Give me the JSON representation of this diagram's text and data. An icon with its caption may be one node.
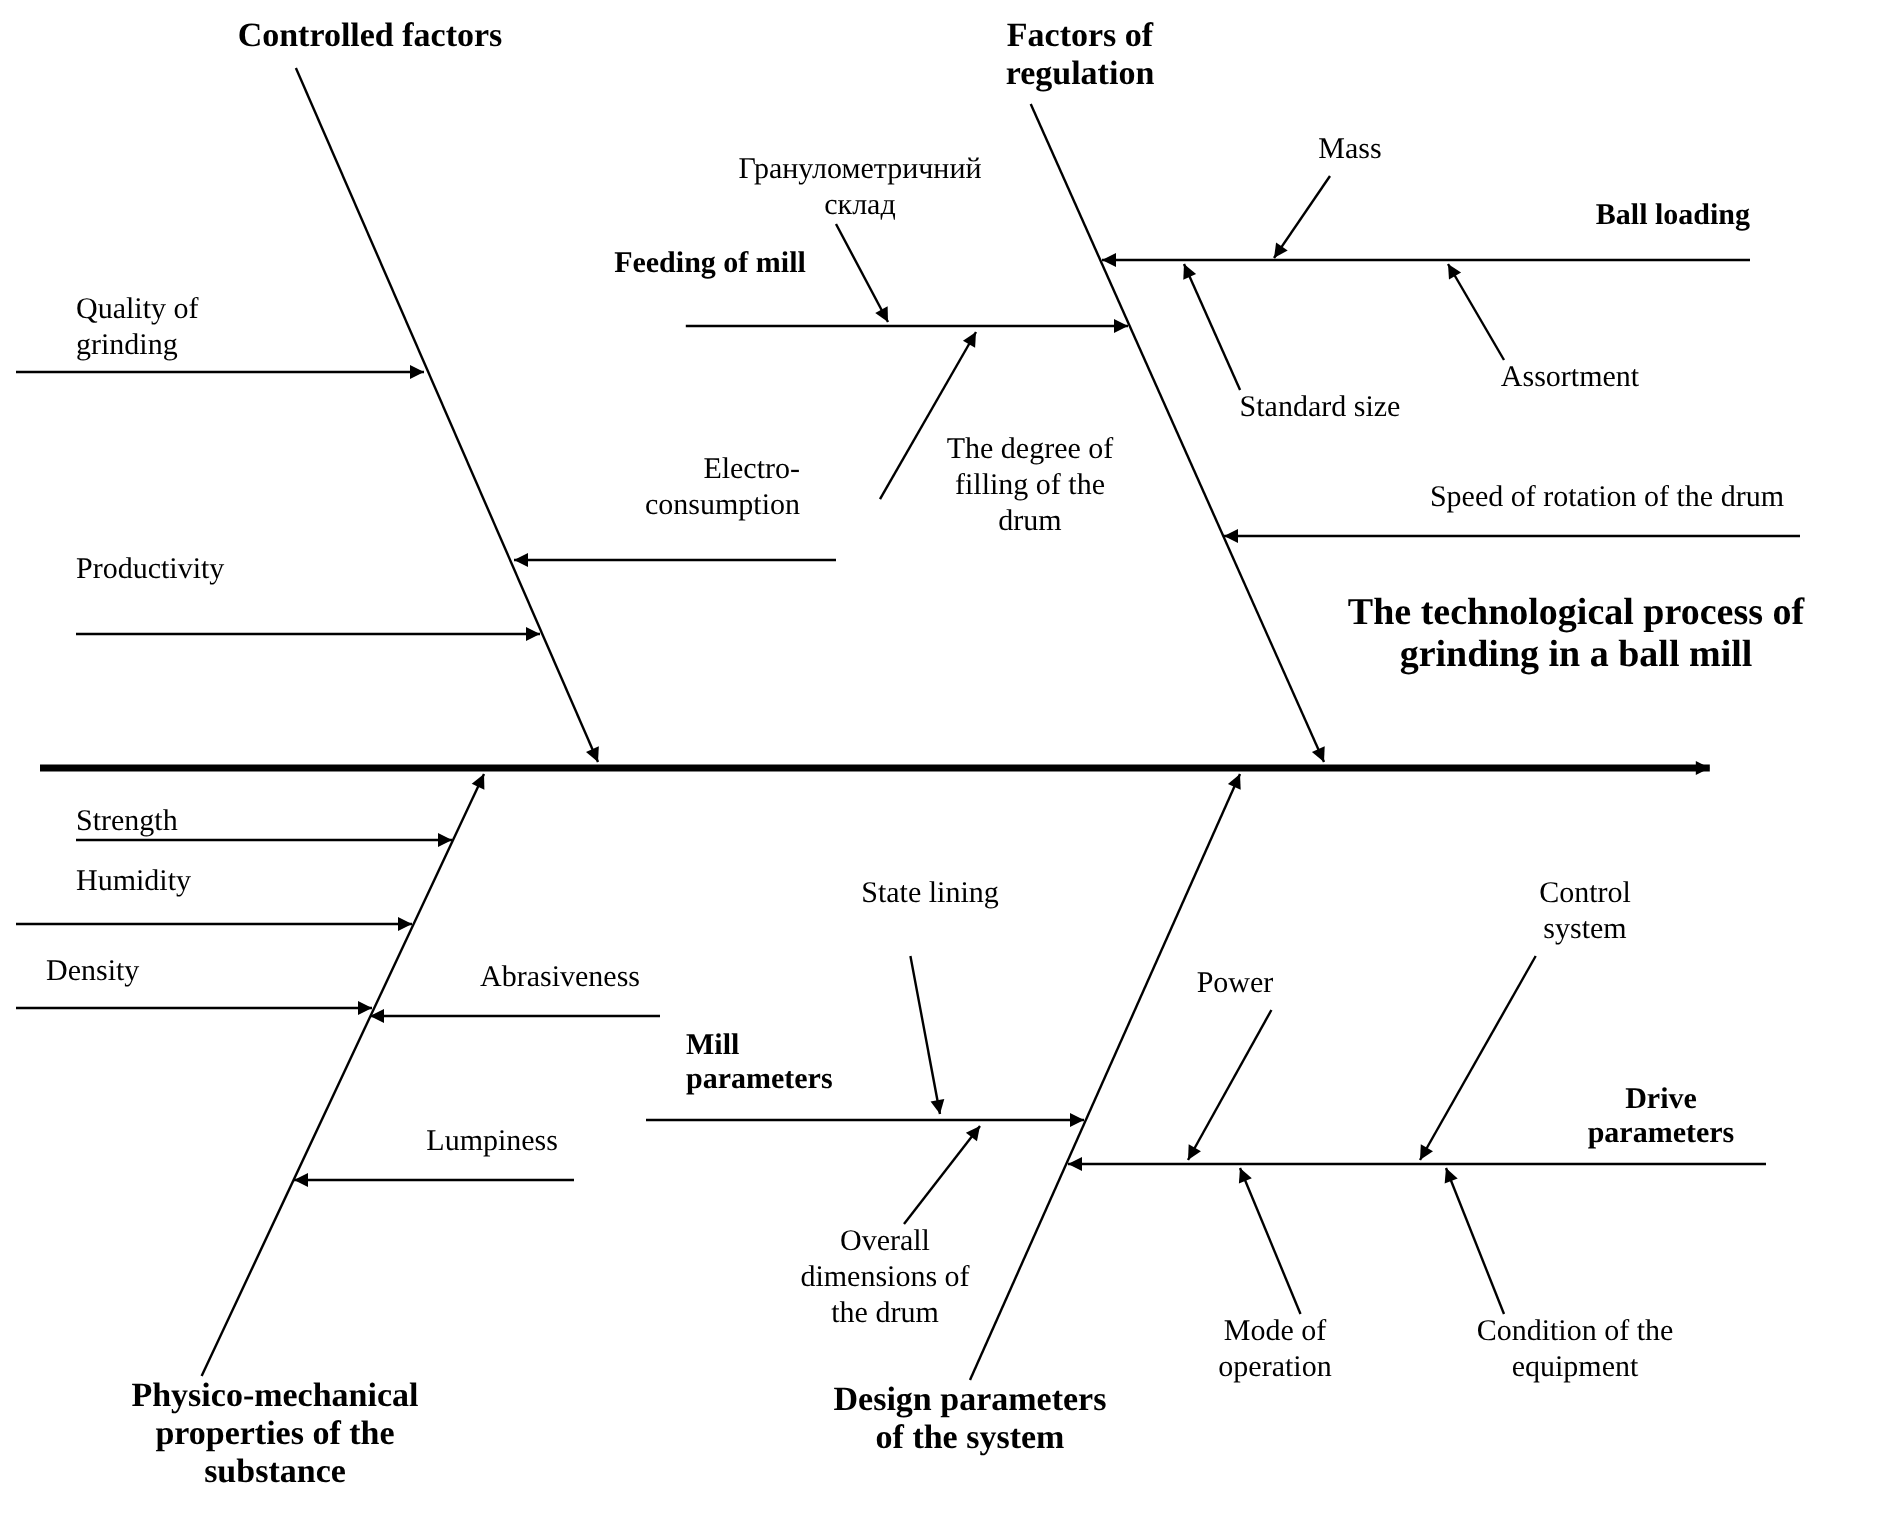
{
  "diagram": {
    "nodes": [
      {
        "text": [
          "Controlled factors"
        ]
      },
      {
        "text": [
          "Factors of regulation"
        ]
      },
      {
        "text": [
          "Гранулометричний склад"
        ]
      },
      {
        "text": [
          "Mass"
        ]
      },
      {
        "text": [
          "Feeding of mill"
        ]
      },
      {
        "text": [
          "Ball loading"
        ]
      },
      {
        "text": [
          "Quality of grinding"
        ]
      },
      {
        "text": [
          "Standard size"
        ]
      },
      {
        "text": [
          "Assortment"
        ]
      },
      {
        "text": [
          "Electro-consumption"
        ]
      },
      {
        "text": [
          "The degree of filling of the drum"
        ]
      },
      {
        "text": [
          "Speed of rotation of the drum"
        ]
      },
      {
        "text": [
          "Productivity"
        ]
      },
      {
        "text": [
          "The technological process of grinding in a ball mill"
        ]
      },
      {
        "text": [
          "Strength"
        ]
      },
      {
        "text": [
          "Humidity"
        ]
      },
      {
        "text": [
          "State lining"
        ]
      },
      {
        "text": [
          "Control system"
        ]
      },
      {
        "text": [
          "Power"
        ]
      },
      {
        "text": [
          "Abrasiveness"
        ]
      },
      {
        "text": [
          "Density"
        ]
      },
      {
        "text": [
          "Mill parameters"
        ]
      },
      {
        "text": [
          "Drive parameters"
        ]
      },
      {
        "text": [
          "Lumpiness"
        ]
      },
      {
        "text": [
          "Overall dimensions of the drum"
        ]
      },
      {
        "text": [
          "Mode of operation"
        ]
      },
      {
        "text": [
          "Condition of the equipment"
        ]
      },
      {
        "text": [
          "Physico-mechanical properties of the substance"
        ]
      },
      {
        "text": [
          "Design parameters of the system"
        ]
      }
    ],
    "edges": [
      {
        "from": null,
        "to": 13,
        "arrow": "to",
        "style": "thick"
      },
      {
        "from": 0,
        "to": null,
        "arrow": "to"
      },
      {
        "from": 1,
        "to": null,
        "arrow": "to"
      },
      {
        "from": 27,
        "to": null,
        "arrow": "to"
      },
      {
        "from": 28,
        "to": null,
        "arrow": "to"
      },
      {
        "from": 6,
        "to": null,
        "arrow": "to"
      },
      {
        "from": 9,
        "to": null,
        "arrow": "to"
      },
      {
        "from": 12,
        "to": null,
        "arrow": "to"
      },
      {
        "from": 4,
        "to": null,
        "arrow": "to"
      },
      {
        "from": 2,
        "to": null,
        "arrow": "to"
      },
      {
        "from": 10,
        "to": null,
        "arrow": "to"
      },
      {
        "from": 5,
        "to": null,
        "arrow": "to"
      },
      {
        "from": 3,
        "to": null,
        "arrow": "to"
      },
      {
        "from": 7,
        "to": null,
        "arrow": "to"
      },
      {
        "from": 8,
        "to": null,
        "arrow": "to"
      },
      {
        "from": 11,
        "to": null,
        "arrow": "to"
      },
      {
        "from": 14,
        "to": null,
        "arrow": "to"
      },
      {
        "from": 15,
        "to": null,
        "arrow": "to"
      },
      {
        "from": 20,
        "to": null,
        "arrow": "to"
      },
      {
        "from": 19,
        "to": null,
        "arrow": "to"
      },
      {
        "from": 23,
        "to": null,
        "arrow": "to"
      },
      {
        "from": 21,
        "to": null,
        "arrow": "to"
      },
      {
        "from": 16,
        "to": null,
        "arrow": "to"
      },
      {
        "from": 24,
        "to": null,
        "arrow": "to"
      },
      {
        "from": 22,
        "to": null,
        "arrow": "to"
      },
      {
        "from": 18,
        "to": null,
        "arrow": "to"
      },
      {
        "from": 17,
        "to": null,
        "arrow": "to"
      },
      {
        "from": 25,
        "to": null,
        "arrow": "to"
      },
      {
        "from": 26,
        "to": null,
        "arrow": "to"
      }
    ]
  }
}
